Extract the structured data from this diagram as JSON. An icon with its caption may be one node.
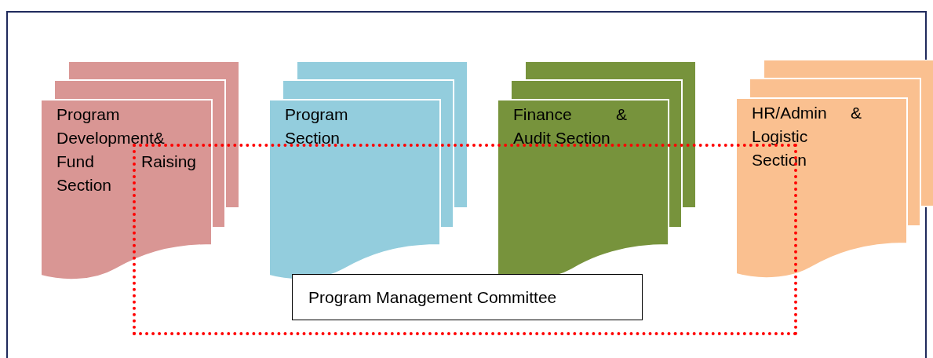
{
  "diagram": {
    "nodes": [
      {
        "text": [
          "Program Development& Fund Raising Section"
        ]
      },
      {
        "text": [
          "Program Section"
        ]
      },
      {
        "text": [
          "Finance & Audit Section"
        ]
      },
      {
        "text": [
          "HR/Admin & Logistic Section"
        ]
      },
      {
        "text": [],
        "shape": "box"
      },
      {
        "text": [
          "Program Management Committee"
        ],
        "in": 4
      }
    ]
  }
}
